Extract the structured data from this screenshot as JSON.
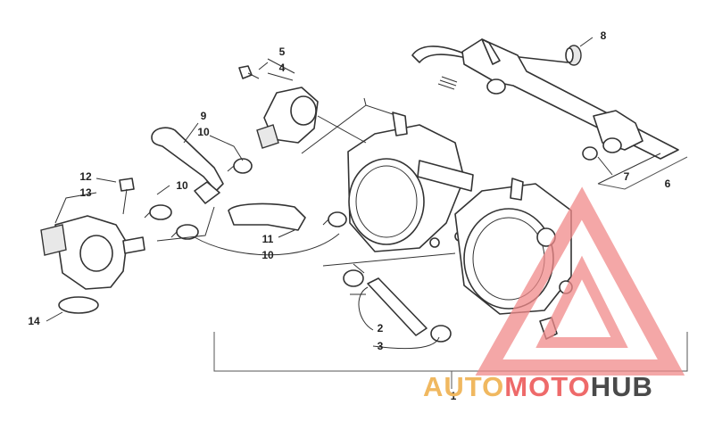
{
  "callouts": {
    "c1": "1",
    "c2": "2",
    "c3": "3",
    "c4": "4",
    "c5": "5",
    "c6": "6",
    "c7": "7",
    "c8": "8",
    "c9": "9",
    "c10a": "10",
    "c10b": "10",
    "c10c": "10",
    "c11": "11",
    "c12": "12",
    "c13": "13",
    "c14": "14"
  },
  "watermark": {
    "part1": "AUTO",
    "part2": "MOTO",
    "part3": "HUB"
  },
  "colors": {
    "line": "#333333",
    "watermark_red": "#ee6a6a",
    "watermark_orange": "#f0b860",
    "watermark_dark": "#4a4a4a"
  }
}
